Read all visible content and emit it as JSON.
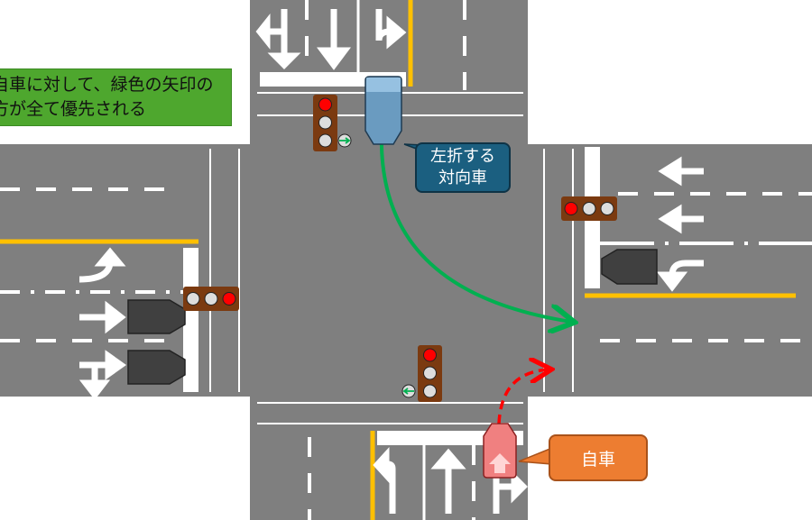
{
  "note": {
    "line1": "自車に対して、緑色の矢印の",
    "line2": "方が全て優先される"
  },
  "callouts": {
    "oncoming": {
      "line1": "左折する",
      "line2": "対向車"
    },
    "self": "自車"
  },
  "colors": {
    "road": "#7f7f7f",
    "yellow": "#ffc000",
    "green_path": "#00b050",
    "red_path": "#ff0000",
    "oncoming_car": "#6a9bc0",
    "self_car": "#f08080",
    "signal_box": "#7b3a10"
  },
  "signals": {
    "top": [
      "red",
      "off",
      "off"
    ],
    "top_arrow": "right-arrow",
    "right": [
      "red",
      "off",
      "off"
    ],
    "left": [
      "off",
      "off",
      "red"
    ],
    "bottom": [
      "red",
      "off",
      "off"
    ],
    "bottom_arrow": "left-arrow"
  }
}
